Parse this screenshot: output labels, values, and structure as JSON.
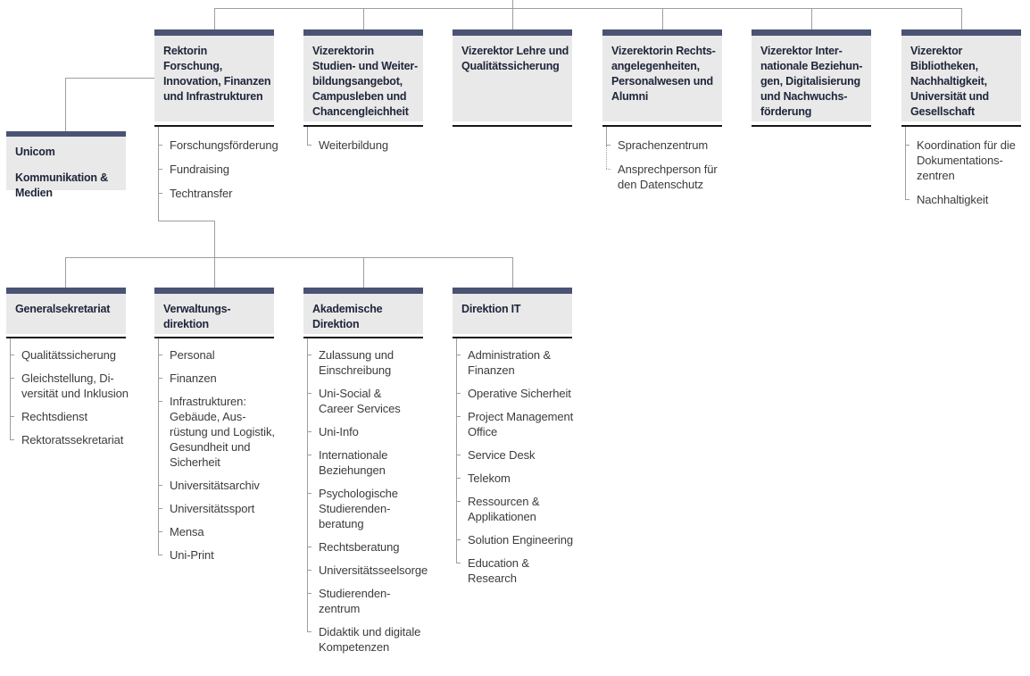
{
  "palette": {
    "header_bar": "#4a5374",
    "box_background": "#e9e9e9",
    "separator_line": "#161616",
    "connector_line": "#9e9e9e",
    "title_text": "#20263b",
    "item_text": "#3c3c3c"
  },
  "chart": {
    "top_row": [
      {
        "title": "Rektorin\nForschung,\nInnovation, Finanzen\nund Infrastrukturen",
        "items": [
          {
            "label": "Forschungsförderung"
          },
          {
            "label": "Fundraising"
          },
          {
            "label": "Techtransfer"
          }
        ]
      },
      {
        "title": "Vizerektorin\nStudien- und Weiter-\nbildungsangebot,\nCampusleben und\nChancengleichheit",
        "items": [
          {
            "label": "Weiterbildung"
          }
        ]
      },
      {
        "title": "Vizerektor Lehre und\nQualitätssicherung",
        "items": []
      },
      {
        "title": "Vizerektorin Rechts-\nangelegenheiten,\nPersonalwesen und\nAlumni",
        "items": [
          {
            "label": "Sprachenzentrum"
          },
          {
            "label": "Ansprechperson für\nden Datenschutz",
            "link": "dotted"
          }
        ]
      },
      {
        "title": "Vizerektor Inter-\nnationale Beziehun-\ngen, Digitalisierung\nund Nachwuchs-\nförderung",
        "items": []
      },
      {
        "title": "Vizerektor\nBibliotheken,\nNachhaltigkeit,\nUniversität und\nGesellschaft",
        "items": [
          {
            "label": "Koordination für die\nDokumentations-\nzentren"
          },
          {
            "label": "Nachhaltigkeit"
          }
        ]
      }
    ],
    "side_box": {
      "title": "Unicom",
      "subtitle": "Kommunikation &\nMedien"
    },
    "second_row": [
      {
        "title": "Generalsekretariat",
        "items": [
          {
            "label": "Qualitätssicherung"
          },
          {
            "label": "Gleichstellung, Di-\nversität und Inklusion"
          },
          {
            "label": "Rechtsdienst"
          },
          {
            "label": "Rektoratssekretariat"
          }
        ]
      },
      {
        "title": "Verwaltungs-\ndirektion",
        "items": [
          {
            "label": "Personal"
          },
          {
            "label": "Finanzen"
          },
          {
            "label": "Infrastrukturen:\nGebäude, Aus-\nrüstung und Logistik,\nGesundheit und\nSicherheit"
          },
          {
            "label": "Universitätsarchiv"
          },
          {
            "label": "Universitätssport"
          },
          {
            "label": "Mensa"
          },
          {
            "label": "Uni-Print"
          }
        ]
      },
      {
        "title": "Akademische\nDirektion",
        "items": [
          {
            "label": "Zulassung und\nEinschreibung"
          },
          {
            "label": "Uni-Social &\nCareer Services"
          },
          {
            "label": "Uni-Info"
          },
          {
            "label": "Internationale\nBeziehungen"
          },
          {
            "label": "Psychologische\nStudierenden-\nberatung"
          },
          {
            "label": "Rechtsberatung"
          },
          {
            "label": "Universitätsseelsorge"
          },
          {
            "label": "Studierenden-\nzentrum"
          },
          {
            "label": "Didaktik und digitale\nKompetenzen"
          }
        ]
      },
      {
        "title": "Direktion IT",
        "items": [
          {
            "label": "Administration &\nFinanzen"
          },
          {
            "label": "Operative Sicherheit"
          },
          {
            "label": "Project Management\nOffice"
          },
          {
            "label": "Service Desk"
          },
          {
            "label": "Telekom"
          },
          {
            "label": "Ressourcen &\nApplikationen"
          },
          {
            "label": "Solution Engineering"
          },
          {
            "label": "Education &\nResearch"
          }
        ]
      }
    ]
  }
}
